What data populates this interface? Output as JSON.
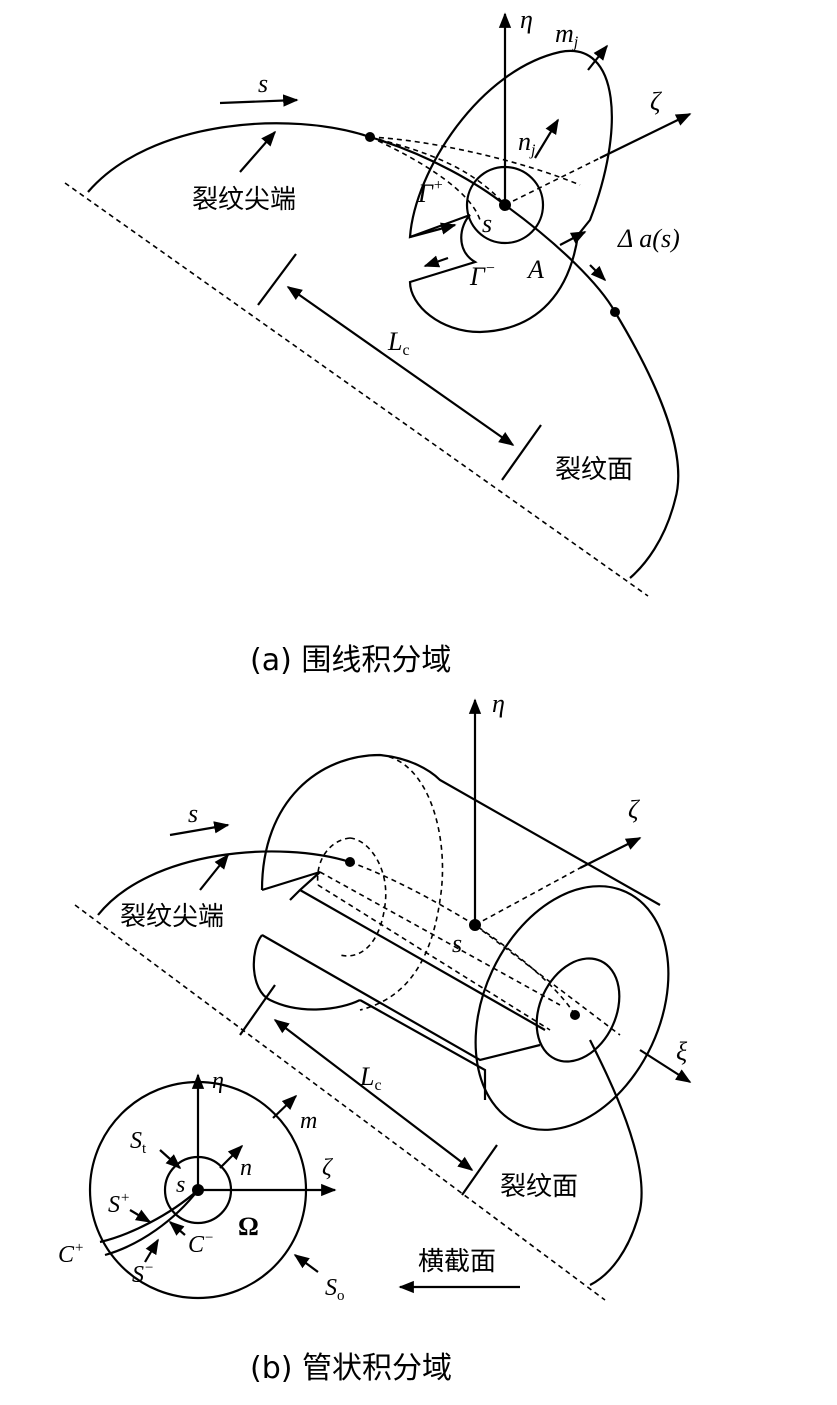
{
  "panel_a": {
    "caption": "(a)  围线积分域",
    "labels": {
      "s_arrow": "s",
      "crack_tip": "裂纹尖端",
      "eta": "η",
      "m_j": "m",
      "m_j_sub": "j",
      "zeta": "ζ",
      "n_j": "n",
      "n_j_sub": "j",
      "gamma_plus": "Γ",
      "gamma_plus_sup": "+",
      "gamma_minus": "Γ",
      "gamma_minus_sup": "−",
      "s_point": "s",
      "delta_a": "Δ a(s)",
      "A": "A",
      "Lc": "L",
      "Lc_sub": "c",
      "crack_face": "裂纹面"
    }
  },
  "panel_b": {
    "caption": "(b)  管状积分域",
    "labels": {
      "s_arrow": "s",
      "crack_tip": "裂纹尖端",
      "eta": "η",
      "zeta": "ζ",
      "xi": "ξ",
      "s_point": "s",
      "Lc": "L",
      "Lc_sub": "c",
      "crack_face": "裂纹面",
      "cross_section": "横截面"
    },
    "inset": {
      "eta": "η",
      "zeta": "ζ",
      "m": "m",
      "n": "n",
      "s": "s",
      "S_t": "S",
      "S_t_sub": "t",
      "S_plus": "S",
      "S_plus_sup": "+",
      "S_minus": "S",
      "S_minus_sup": "−",
      "C_plus": "C",
      "C_plus_sup": "+",
      "C_minus": "C",
      "C_minus_sup": "−",
      "Omega": "Ω",
      "S_o": "S",
      "S_o_sub": "o"
    }
  }
}
